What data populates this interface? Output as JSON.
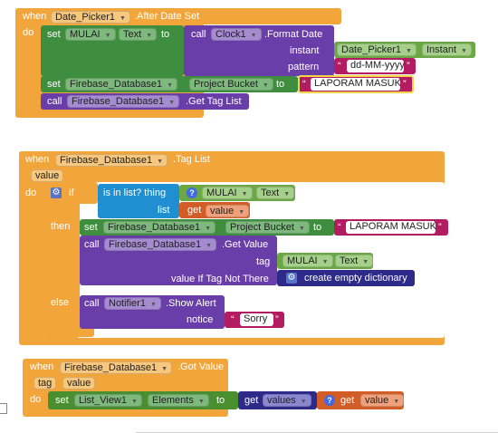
{
  "block1": {
    "when": "when",
    "component": "Date_Picker1",
    "event": ".After Date Set",
    "do": "do",
    "set": "set",
    "target": "MULAI",
    "target_prop": "Text",
    "to": "to",
    "call": "call",
    "clock": "Clock1",
    "method": ".Format Date",
    "instant_label": "instant",
    "instant_comp": "Date_Picker1",
    "instant_prop": "Instant",
    "pattern_label": "pattern",
    "pattern_value": "dd-MM-yyyy",
    "set2": "set",
    "db": "Firebase_Database1",
    "db_prop": "Project Bucket",
    "to2": "to",
    "bucket_value": "LAPORAM MASUK",
    "call2": "call",
    "db2": "Firebase_Database1",
    "db_method": ".Get Tag List"
  },
  "block2": {
    "when": "when",
    "component": "Firebase_Database1",
    "event": ".Tag List",
    "param": "value",
    "do": "do",
    "if": "if",
    "is_in_list": "is in list?  thing",
    "thing_comp": "MULAI",
    "thing_prop": "Text",
    "list_label": "list",
    "get": "get",
    "get_var": "value",
    "then": "then",
    "set": "set",
    "db": "Firebase_Database1",
    "db_prop": "Project Bucket",
    "to": "to",
    "bucket_value": "LAPORAM MASUK",
    "call": "call",
    "db2": "Firebase_Database1",
    "get_value_method": ".Get Value",
    "tag_label": "tag",
    "tag_comp": "MULAI",
    "tag_prop": "Text",
    "if_not_there": "value If Tag Not There",
    "create_dict": "create empty dictionary",
    "else": "else",
    "call2": "call",
    "notifier": "Notifier1",
    "show_alert": ".Show Alert",
    "notice_label": "notice",
    "notice_value": "Sorry"
  },
  "block3": {
    "when": "when",
    "component": "Firebase_Database1",
    "event": ".Got Value",
    "param1": "tag",
    "param2": "value",
    "do": "do",
    "set": "set",
    "list_view": "List_View1",
    "list_prop": "Elements",
    "to": "to",
    "get": "get",
    "get_var": "values",
    "get2": "get",
    "get_var2": "value"
  },
  "colors": {
    "event": "#f2a53a",
    "component_set": "#3f8e3f",
    "component_call": "#6a3ea8",
    "text": "#b31c60",
    "control": "#f2a53a",
    "variable": "#d35d27",
    "list": "#1f8fd1",
    "dictionary": "#2e2a8a"
  }
}
